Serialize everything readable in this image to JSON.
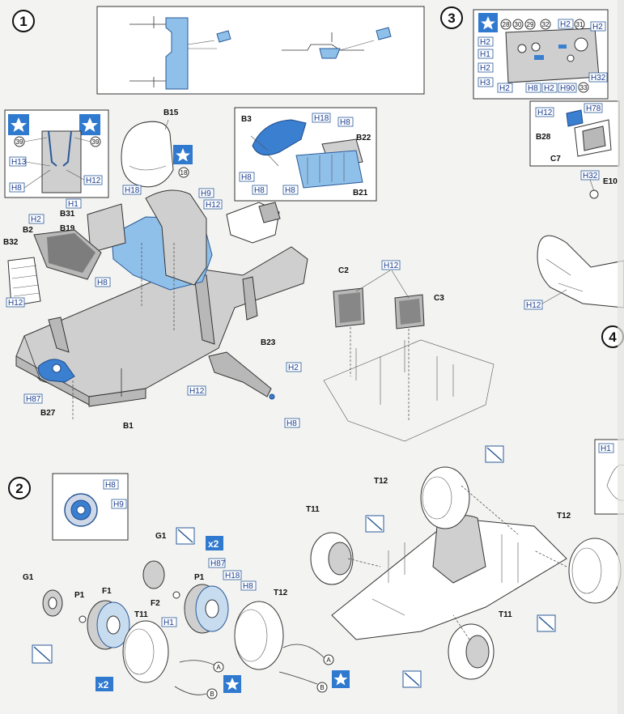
{
  "steps": {
    "s1": "1",
    "s2": "2",
    "s3": "3",
    "s4": "4"
  },
  "parts": {
    "B15": "B15",
    "B3": "B3",
    "B22": "B22",
    "B21": "B21",
    "B31": "B31",
    "B2": "B2",
    "B19": "B19",
    "B32": "B32",
    "B27": "B27",
    "B1": "B1",
    "B23": "B23",
    "C2": "C2",
    "C3": "C3",
    "B28": "B28",
    "C7": "C7",
    "E10": "E10",
    "T12": "T12",
    "T11": "T11",
    "G1": "G1",
    "P1": "P1",
    "F1": "F1",
    "F2": "F2"
  },
  "hcodes": {
    "H1": "H1",
    "H2": "H2",
    "H3": "H3",
    "H8": "H8",
    "H9": "H9",
    "H12": "H12",
    "H13": "H13",
    "H18": "H18",
    "H32": "H32",
    "H78": "H78",
    "H87": "H87",
    "H90": "H90"
  },
  "circled": {
    "n39": "39",
    "n18": "18",
    "n28": "28",
    "n30": "30",
    "n29": "29",
    "n32": "32",
    "n31": "31",
    "n33": "33"
  },
  "markers": {
    "a": "A",
    "b": "B",
    "x2": "x2"
  },
  "colors": {
    "blue": "#8fc0ea",
    "darkblue": "#3a7fd0",
    "star": "#2f79cf"
  }
}
